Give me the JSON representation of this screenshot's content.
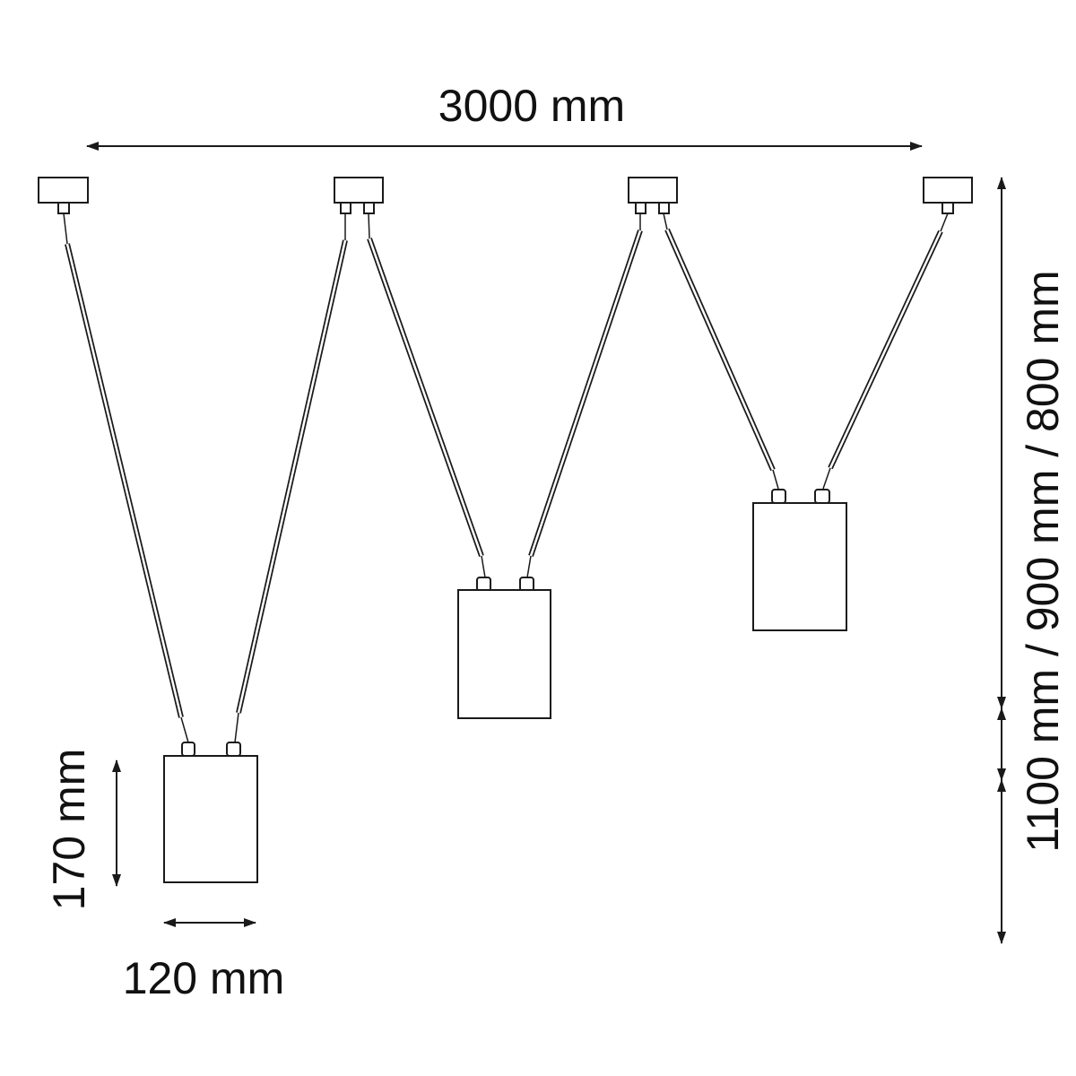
{
  "dimensions": {
    "width_total": "3000 mm",
    "drop_heights": "1100 mm / 900 mm / 800 mm",
    "lamp_height": "170 mm",
    "lamp_width": "120 mm"
  },
  "colors": {
    "stroke": "#1a1a1a",
    "background": "#ffffff"
  }
}
